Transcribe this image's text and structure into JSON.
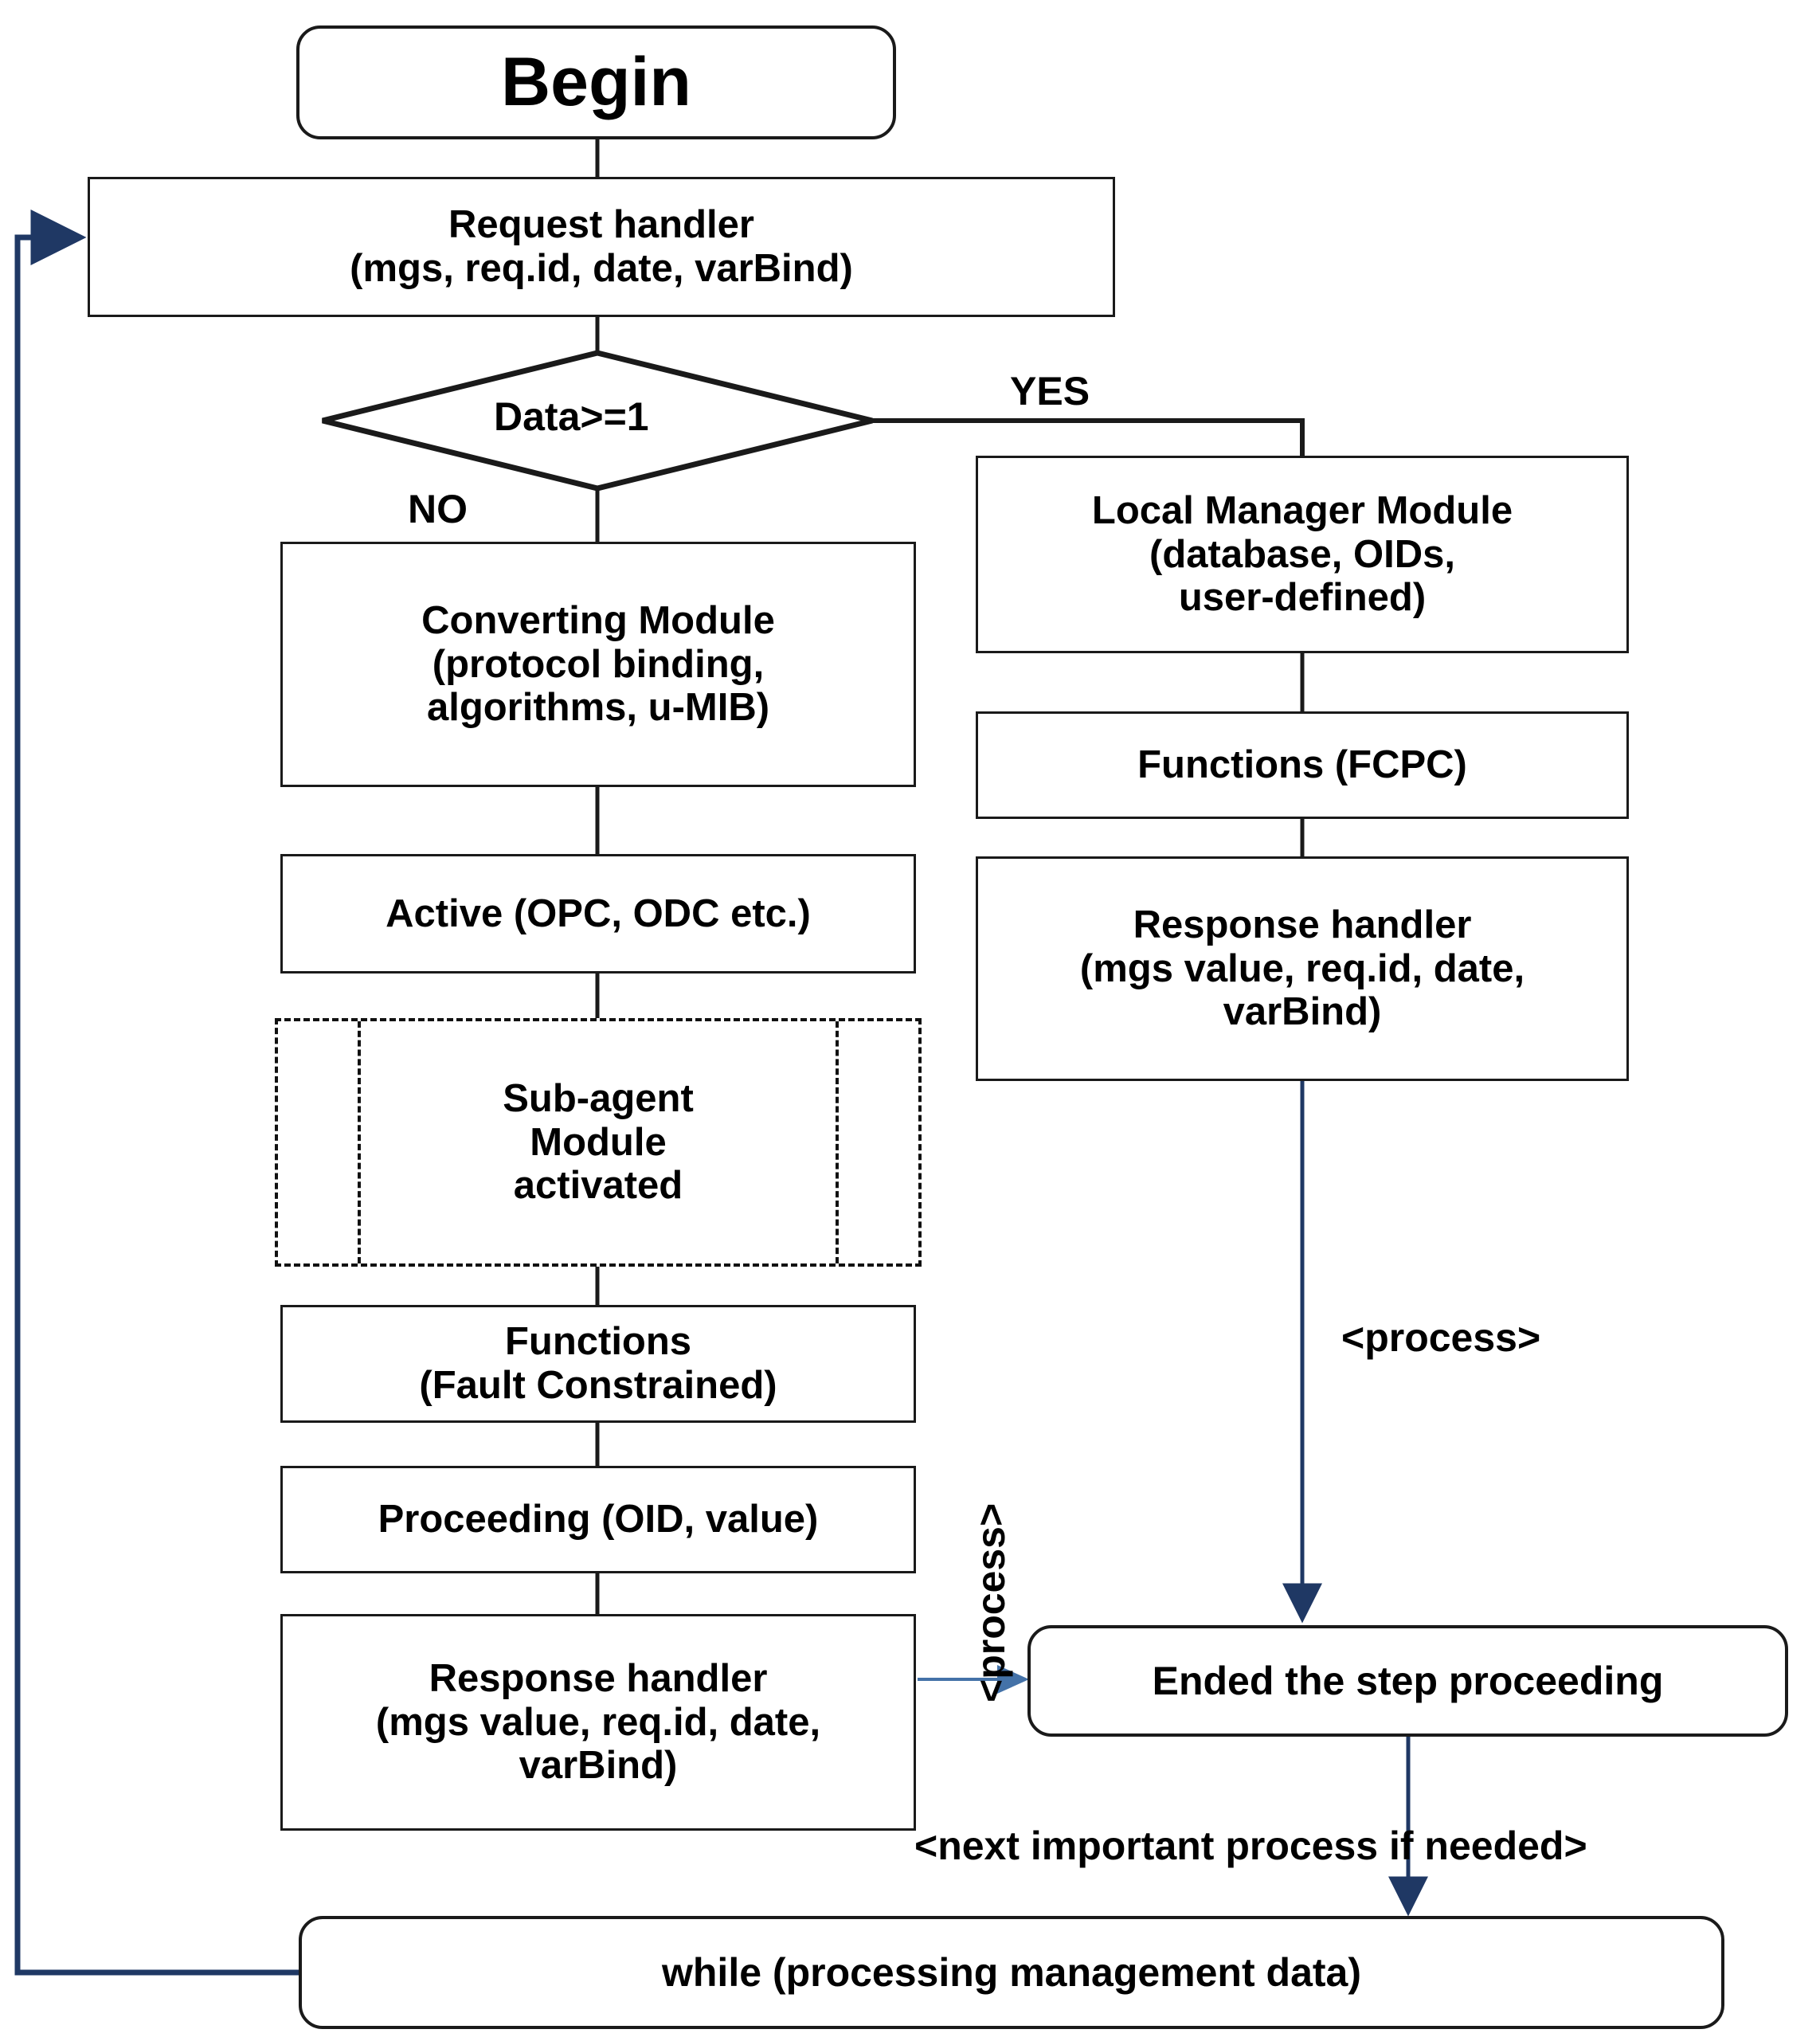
{
  "diagram": {
    "title": "Request/response processing flowchart",
    "colors": {
      "outline": "#1a1a1a",
      "arrow_dark": "#1f3864",
      "arrow_light": "#4472a8",
      "background": "#ffffff"
    },
    "nodes": {
      "begin": {
        "label": "Begin",
        "shape": "terminator"
      },
      "request_handler": {
        "line1": "Request handler",
        "line2": "(mgs, req.id, date, varBind)",
        "shape": "process"
      },
      "decision": {
        "label": "Data>=1",
        "shape": "decision"
      },
      "converting_module": {
        "line1": "Converting Module",
        "line2": "(protocol binding,",
        "line3": "algorithms, u-MIB)",
        "shape": "process"
      },
      "active": {
        "label": "Active (OPC, ODC etc.)",
        "shape": "process"
      },
      "sub_agent": {
        "line1": "Sub-agent",
        "line2": "Module",
        "line3": "activated",
        "shape": "predefined-process"
      },
      "functions_fault": {
        "line1": "Functions",
        "line2": "(Fault Constrained)",
        "shape": "process"
      },
      "proceeding": {
        "label": "Proceeding (OID, value)",
        "shape": "process"
      },
      "response_handler_left": {
        "line1": "Response handler",
        "line2": "(mgs value, req.id, date,",
        "line3": "varBind)",
        "shape": "process"
      },
      "local_manager": {
        "line1": "Local Manager Module",
        "line2": "(database, OIDs,",
        "line3": "user-defined)",
        "shape": "process"
      },
      "functions_fcpc": {
        "label": "Functions (FCPC)",
        "shape": "process"
      },
      "response_handler_right": {
        "line1": "Response handler",
        "line2": "(mgs value, req.id, date,",
        "line3": "varBind)",
        "shape": "process"
      },
      "ended_step": {
        "label": "Ended the step proceeding",
        "shape": "terminator"
      },
      "while_loop": {
        "label": "while (processing management data)",
        "shape": "terminator"
      }
    },
    "edge_labels": {
      "yes": "YES",
      "no": "NO",
      "process_right": "<process>",
      "process_vertical": "<process>",
      "next_important": "<next important process if needed>"
    }
  }
}
